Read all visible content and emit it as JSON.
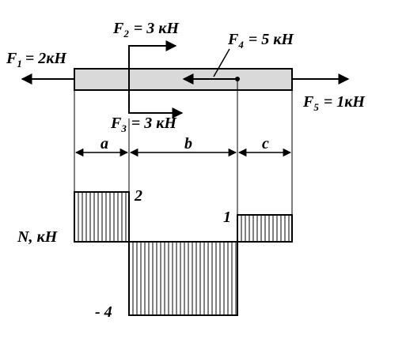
{
  "forces": {
    "f1": {
      "symbol": "F",
      "index": "1",
      "value": "= 2кН"
    },
    "f2": {
      "symbol": "F",
      "index": "2",
      "value": "= 3 кН"
    },
    "f3": {
      "symbol": "F",
      "index": "3",
      "value": "= 3 кН"
    },
    "f4": {
      "symbol": "F",
      "index": "4",
      "value": "= 5 кН"
    },
    "f5": {
      "symbol": "F",
      "index": "5",
      "value": "= 1кН"
    }
  },
  "segments": {
    "a": "a",
    "b": "b",
    "c": "c"
  },
  "diagram": {
    "axis_label": "N, кН",
    "values": [
      2,
      -4,
      1
    ],
    "value_labels": {
      "first": "2",
      "second": "- 4",
      "third": "1"
    }
  },
  "colors": {
    "bar_fill": "#d9d9d9",
    "ink": "#000000"
  }
}
